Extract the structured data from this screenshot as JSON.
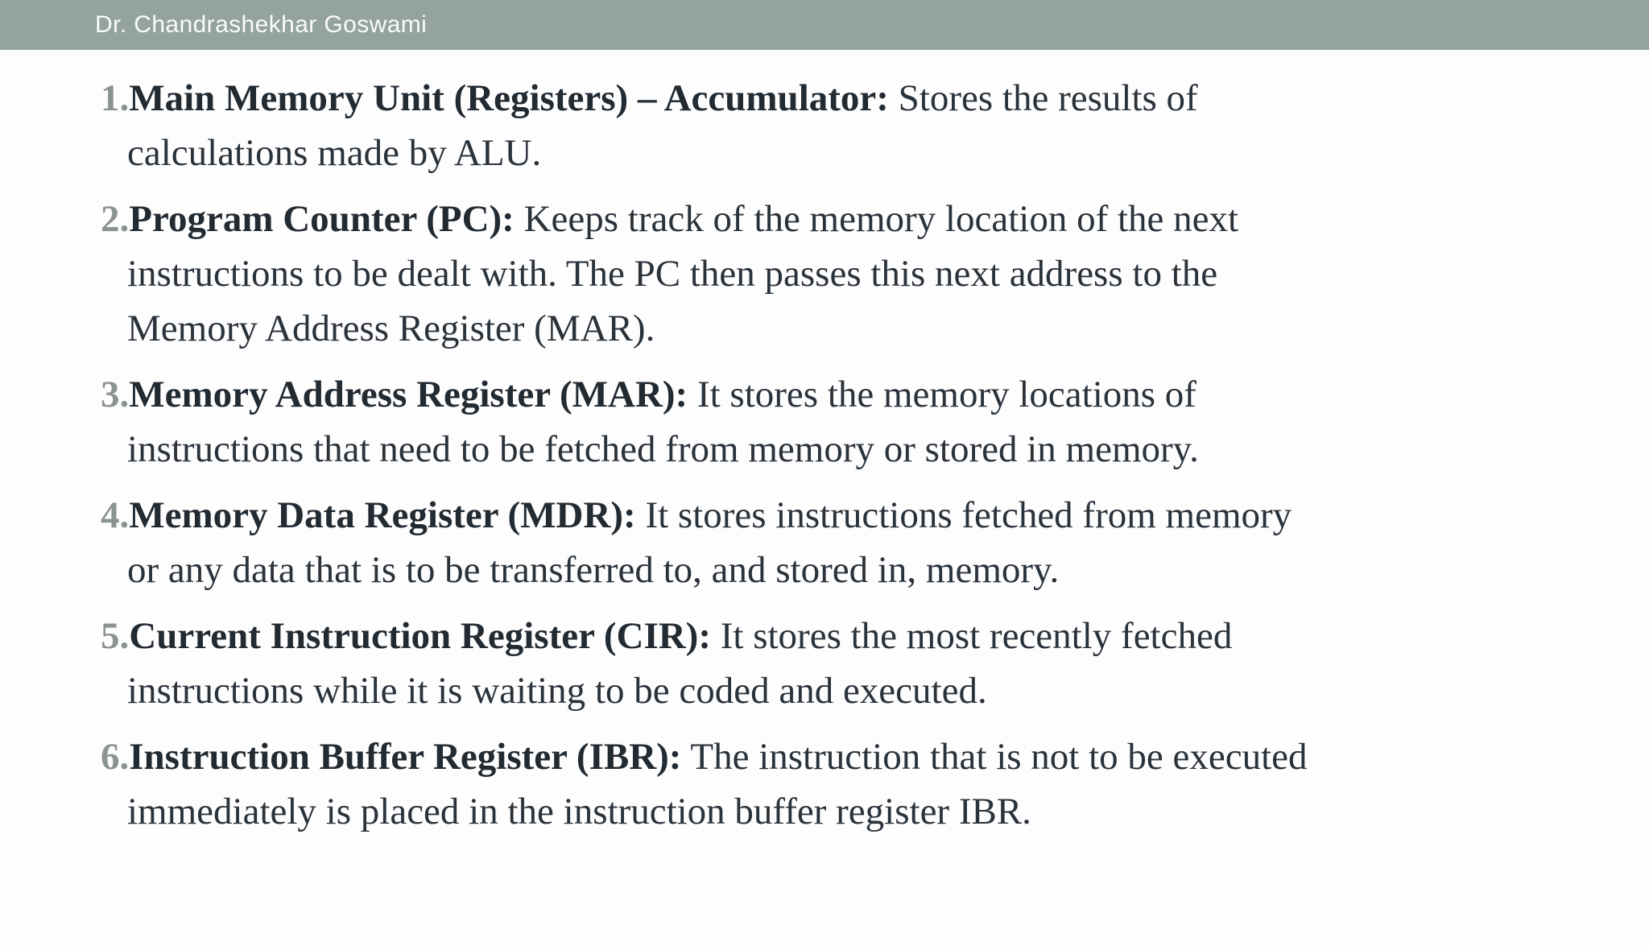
{
  "header": {
    "author": "Dr. Chandrashekhar Goswami",
    "background_color": "#94a39c",
    "text_color": "#f9fbfa"
  },
  "slide": {
    "background_color": "#fdfdfe",
    "number_color": "#8b9390",
    "term_color": "#222a32",
    "text_color": "#2a323a",
    "items": [
      {
        "number": "1.",
        "term": "Main Memory Unit (Registers) – Accumulator:",
        "first_line_rest": " Stores the results of",
        "continuation_lines": [
          "calculations made by ALU."
        ]
      },
      {
        "number": "2.",
        "term": "Program Counter (PC):",
        "first_line_rest": " Keeps track of the memory location of the next",
        "continuation_lines": [
          "instructions to be dealt with. The PC then passes this next address to the",
          "Memory Address Register (MAR)."
        ]
      },
      {
        "number": "3.",
        "term": "Memory Address Register (MAR):",
        "first_line_rest": " It stores the memory locations of",
        "continuation_lines": [
          "instructions that need to be fetched from memory or stored in memory."
        ]
      },
      {
        "number": "4.",
        "term": "Memory Data Register (MDR):",
        "first_line_rest": " It stores instructions fetched from memory",
        "continuation_lines": [
          "or any data that is to be transferred to, and stored in, memory."
        ]
      },
      {
        "number": "5.",
        "term": "Current Instruction Register (CIR):",
        "first_line_rest": " It stores the most recently fetched",
        "continuation_lines": [
          "instructions while it is waiting to be coded and executed."
        ]
      },
      {
        "number": "6.",
        "term": "Instruction Buffer Register (IBR):",
        "first_line_rest": " The instruction that is not to be executed",
        "continuation_lines": [
          "immediately is placed in the instruction buffer register IBR."
        ]
      }
    ]
  }
}
